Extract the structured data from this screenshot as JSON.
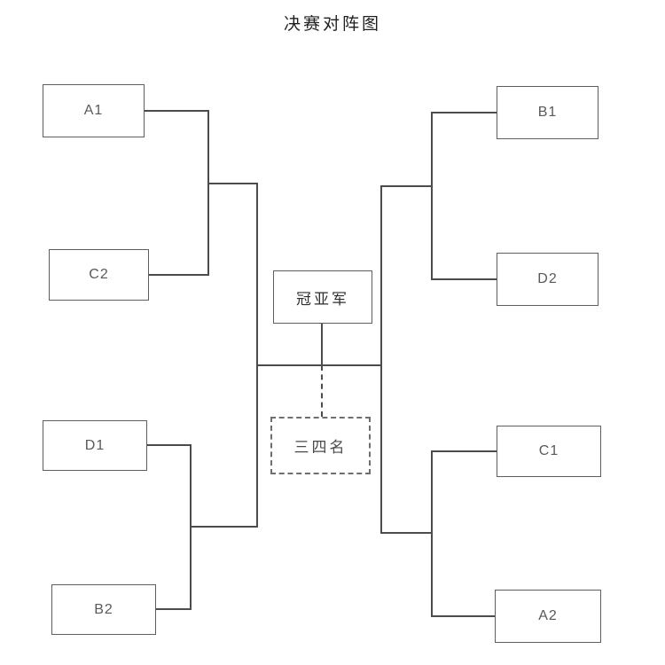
{
  "title": "决赛对阵图",
  "teams": {
    "a1": "A1",
    "c2": "C2",
    "d1": "D1",
    "b2": "B2",
    "b1": "B1",
    "d2": "D2",
    "c1": "C1",
    "a2": "A2"
  },
  "labels": {
    "final": "冠亚军",
    "third_place": "三四名"
  },
  "colors": {
    "line": "#4c4c4c",
    "box_border": "#5e5e5e",
    "text": "#595959",
    "background": "#ffffff"
  }
}
